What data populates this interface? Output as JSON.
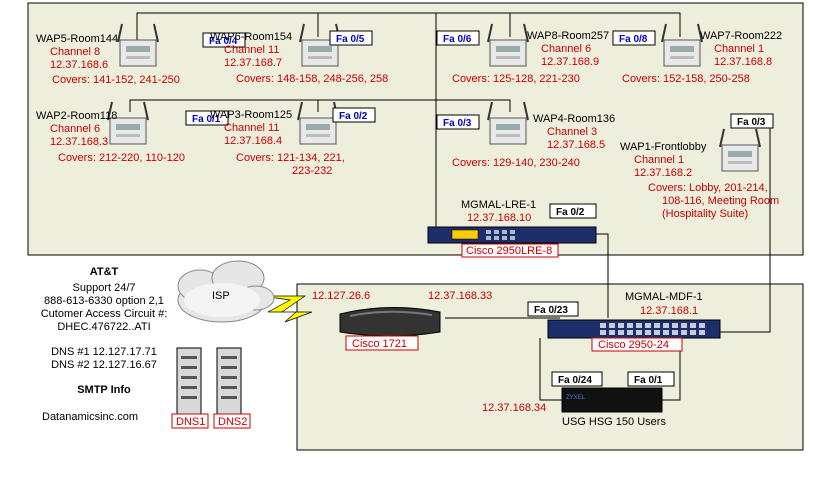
{
  "aps": [
    {
      "name": "WAP5-Room144",
      "channel": "Channel 8",
      "ip": "12.37.168.6",
      "covers": "Covers: 141-152, 241-250",
      "port": "Fa 0/4"
    },
    {
      "name": "WAP6-Room154",
      "channel": "Channel 11",
      "ip": "12.37.168.7",
      "covers": "Covers: 148-158, 248-256, 258",
      "port": "Fa 0/5"
    },
    {
      "name": "WAP8-Room257",
      "channel": "Channel 6",
      "ip": "12.37.168.9",
      "covers": "Covers: 125-128, 221-230",
      "port": "Fa 0/6"
    },
    {
      "name": "WAP7-Room222",
      "channel": "Channel 1",
      "ip": "12.37.168.8",
      "covers": "Covers: 152-158, 250-258",
      "port": "Fa 0/8"
    },
    {
      "name": "WAP2-Room118",
      "channel": "Channel 6",
      "ip": "12.37.168.3",
      "covers": "Covers: 212-220, 110-120",
      "port": "Fa 0/1"
    },
    {
      "name": "WAP3-Room125",
      "channel": "Channel 11",
      "ip": "12.37.168.4",
      "covers1": "Covers: 121-134, 221,",
      "covers2": "223-232",
      "port": "Fa 0/2"
    },
    {
      "name": "WAP4-Room136",
      "channel": "Channel 3",
      "ip": "12.37.168.5",
      "covers": "Covers: 129-140, 230-240",
      "port": "Fa 0/3"
    },
    {
      "name": "WAP1-Frontlobby",
      "channel": "Channel 1",
      "ip": "12.37.168.2",
      "covers1": "Covers: Lobby, 201-214,",
      "covers2": "108-116, Meeting Room",
      "covers3": "(Hospitality Suite)",
      "port": "Fa 0/3"
    }
  ],
  "lre": {
    "name": "MGMAL-LRE-1",
    "ip": "12.37.168.10",
    "port": "Fa 0/2",
    "model": "Cisco 2950LRE-8"
  },
  "mdf": {
    "name": "MGMAL-MDF-1",
    "ip": "12.37.168.1",
    "model": "Cisco 2950-24",
    "port_in": "Fa 0/23",
    "port_a": "Fa 0/24",
    "port_b": "Fa 0/1"
  },
  "router": {
    "model": "Cisco 1721",
    "wan_ip": "12.127.26.6",
    "lan_ip": "12.37.168.33"
  },
  "isp_label": "ISP",
  "firewall": {
    "ip": "12.37.168.34",
    "label": "USG HSG 150 Users",
    "brand": "ZYXEL"
  },
  "att": {
    "title": "AT&T",
    "lines": [
      "Support 24/7",
      "888-613-6330 option 2,1",
      "Cutomer Access Circuit #:",
      "DHEC.476722..ATI"
    ],
    "dns1": "DNS #1 12.127.17.71",
    "dns2": "DNS #2 12.127.16.67",
    "smtp_title": "SMTP Info",
    "domain": "Datanamicsinc.com"
  },
  "servers": [
    "DNS1",
    "DNS2"
  ]
}
